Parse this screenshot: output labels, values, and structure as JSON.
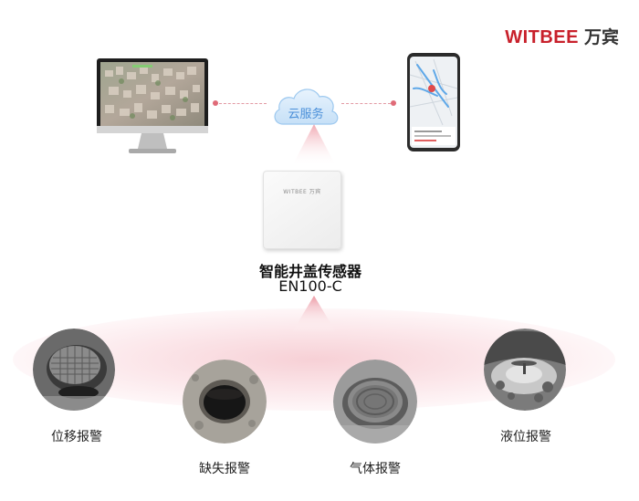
{
  "logo": {
    "latin": "WITBEE",
    "cjk": "万宾"
  },
  "cloud": {
    "label": "云服务"
  },
  "sensor": {
    "brand": "WITBEE 万宾",
    "title": "智能井盖传感器",
    "model": "EN100-C"
  },
  "alarms": [
    {
      "label": "位移报警"
    },
    {
      "label": "缺失报警"
    },
    {
      "label": "气体报警"
    },
    {
      "label": "液位报警"
    }
  ],
  "colors": {
    "brand_red": "#c8202b",
    "cloud_blue": "#6aaeea",
    "accent_pink": "#f2b9c1"
  },
  "icons": [
    "monitor-icon",
    "smartphone-icon",
    "cloud-icon",
    "sensor-device-icon",
    "manhole-photo-icon"
  ]
}
